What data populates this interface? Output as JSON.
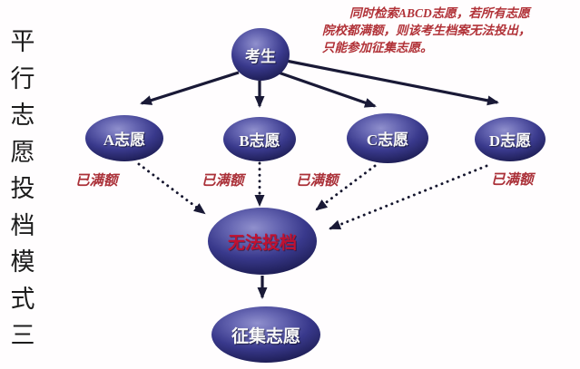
{
  "diagram": {
    "vertical_title": "平行志愿投档模式三",
    "annotation": {
      "lines": [
        "同时检索ABCD志愿，若所有志愿",
        "院校都满额，则该考生档案无法投出，",
        "只能参加征集志愿。"
      ]
    },
    "nodes": {
      "candidate": {
        "label": "考生"
      },
      "choice_a": {
        "label": "A志愿"
      },
      "choice_b": {
        "label": "B志愿"
      },
      "choice_c": {
        "label": "C志愿"
      },
      "choice_d": {
        "label": "D志愿"
      },
      "cannot_file": {
        "label": "无法投档"
      },
      "collect": {
        "label": "征集志愿"
      }
    },
    "full_labels": {
      "a": "已满额",
      "b": "已满额",
      "c": "已满额",
      "d": "已满额"
    },
    "colors": {
      "node_fill_light": "#9090cd",
      "node_fill_dark": "#1f1f58",
      "node_text": "#f8f8f8",
      "cannot_file_text": "#c11130",
      "annotation_red": "#b13238",
      "arrow": "#191936",
      "background": "#fffdfe"
    }
  }
}
